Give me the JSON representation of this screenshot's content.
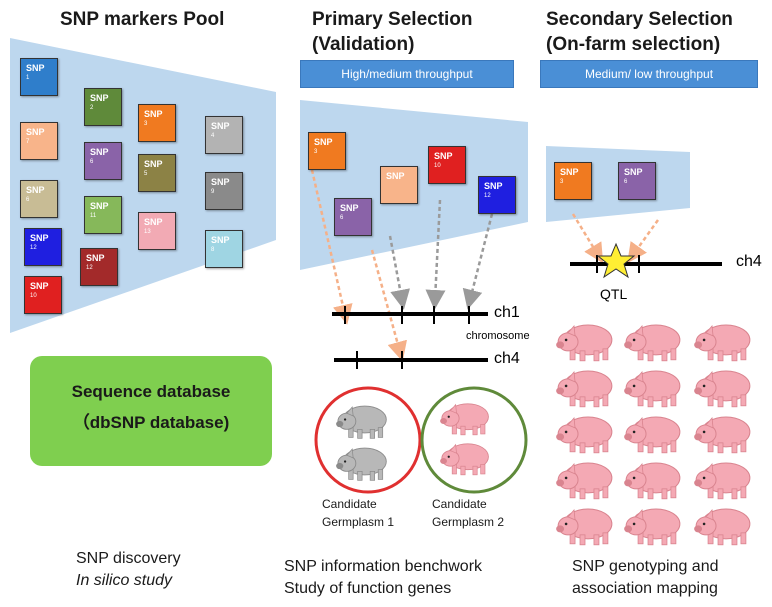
{
  "titles": {
    "pool": "SNP markers Pool",
    "primary_1": "Primary Selection",
    "primary_2": "(Validation)",
    "secondary_1": "Secondary Selection",
    "secondary_2": "(On-farm selection)"
  },
  "throughput": {
    "primary": "High/medium throughput",
    "secondary": "Medium/ low throughput"
  },
  "snp_label": "SNP",
  "pool_markers": [
    {
      "n": "1",
      "color": "#2f7ecb"
    },
    {
      "n": "2",
      "color": "#5f8a3a"
    },
    {
      "n": "3",
      "color": "#f07a20"
    },
    {
      "n": "4",
      "color": "#b3b3b3"
    },
    {
      "n": "7",
      "color": "#f8b48a"
    },
    {
      "n": "6",
      "color": "#8a63a8"
    },
    {
      "n": "5",
      "color": "#8c8245"
    },
    {
      "n": "9",
      "color": "#8a8a8a"
    },
    {
      "n": "6",
      "color": "#c8bc95"
    },
    {
      "n": "11",
      "color": "#86b85a"
    },
    {
      "n": "13",
      "color": "#f2aab4"
    },
    {
      "n": "8",
      "color": "#9fd5e3"
    },
    {
      "n": "12",
      "color": "#1f1fe0"
    },
    {
      "n": "12",
      "color": "#a32a2a"
    },
    {
      "n": "10",
      "color": "#e02020"
    }
  ],
  "primary_markers": [
    {
      "n": "3",
      "color": "#f07a20"
    },
    {
      "n": "",
      "color": "#f8b48a"
    },
    {
      "n": "10",
      "color": "#e02020"
    },
    {
      "n": "6",
      "color": "#8a63a8"
    },
    {
      "n": "12",
      "color": "#1f1fe0"
    }
  ],
  "secondary_markers": [
    {
      "n": "3",
      "color": "#f07a20"
    },
    {
      "n": "6",
      "color": "#8a63a8"
    }
  ],
  "chromosomes": {
    "ch1": "ch1",
    "ch4": "ch4",
    "ch4_qtl": "ch4",
    "chromosome": "chromosome",
    "qtl": "QTL"
  },
  "database": {
    "line1": "Sequence database",
    "line2": "（dbSNP database)"
  },
  "germplasm": {
    "g1_line1": "Candidate",
    "g1_line2": "Germplasm 1",
    "g2_line1": "Candidate",
    "g2_line2": "Germplasm 2"
  },
  "captions": {
    "c1_line1": "SNP discovery",
    "c1_line2": "In silico study",
    "c2_line1": "SNP information benchwork",
    "c2_line2": "Study of function genes",
    "c3_line1": "SNP genotyping and",
    "c3_line2": "association mapping"
  },
  "colors": {
    "funnel": "#bdd7ee",
    "db_green": "#7fcf4f",
    "throughput_blue": "#4a8fd6",
    "germplasm1_ring": "#e03030",
    "germplasm2_ring": "#5f8a3a",
    "pig": "#f4a9b4",
    "gray_pig": "#b8b8b8",
    "qtl_star": "#ffee33"
  }
}
